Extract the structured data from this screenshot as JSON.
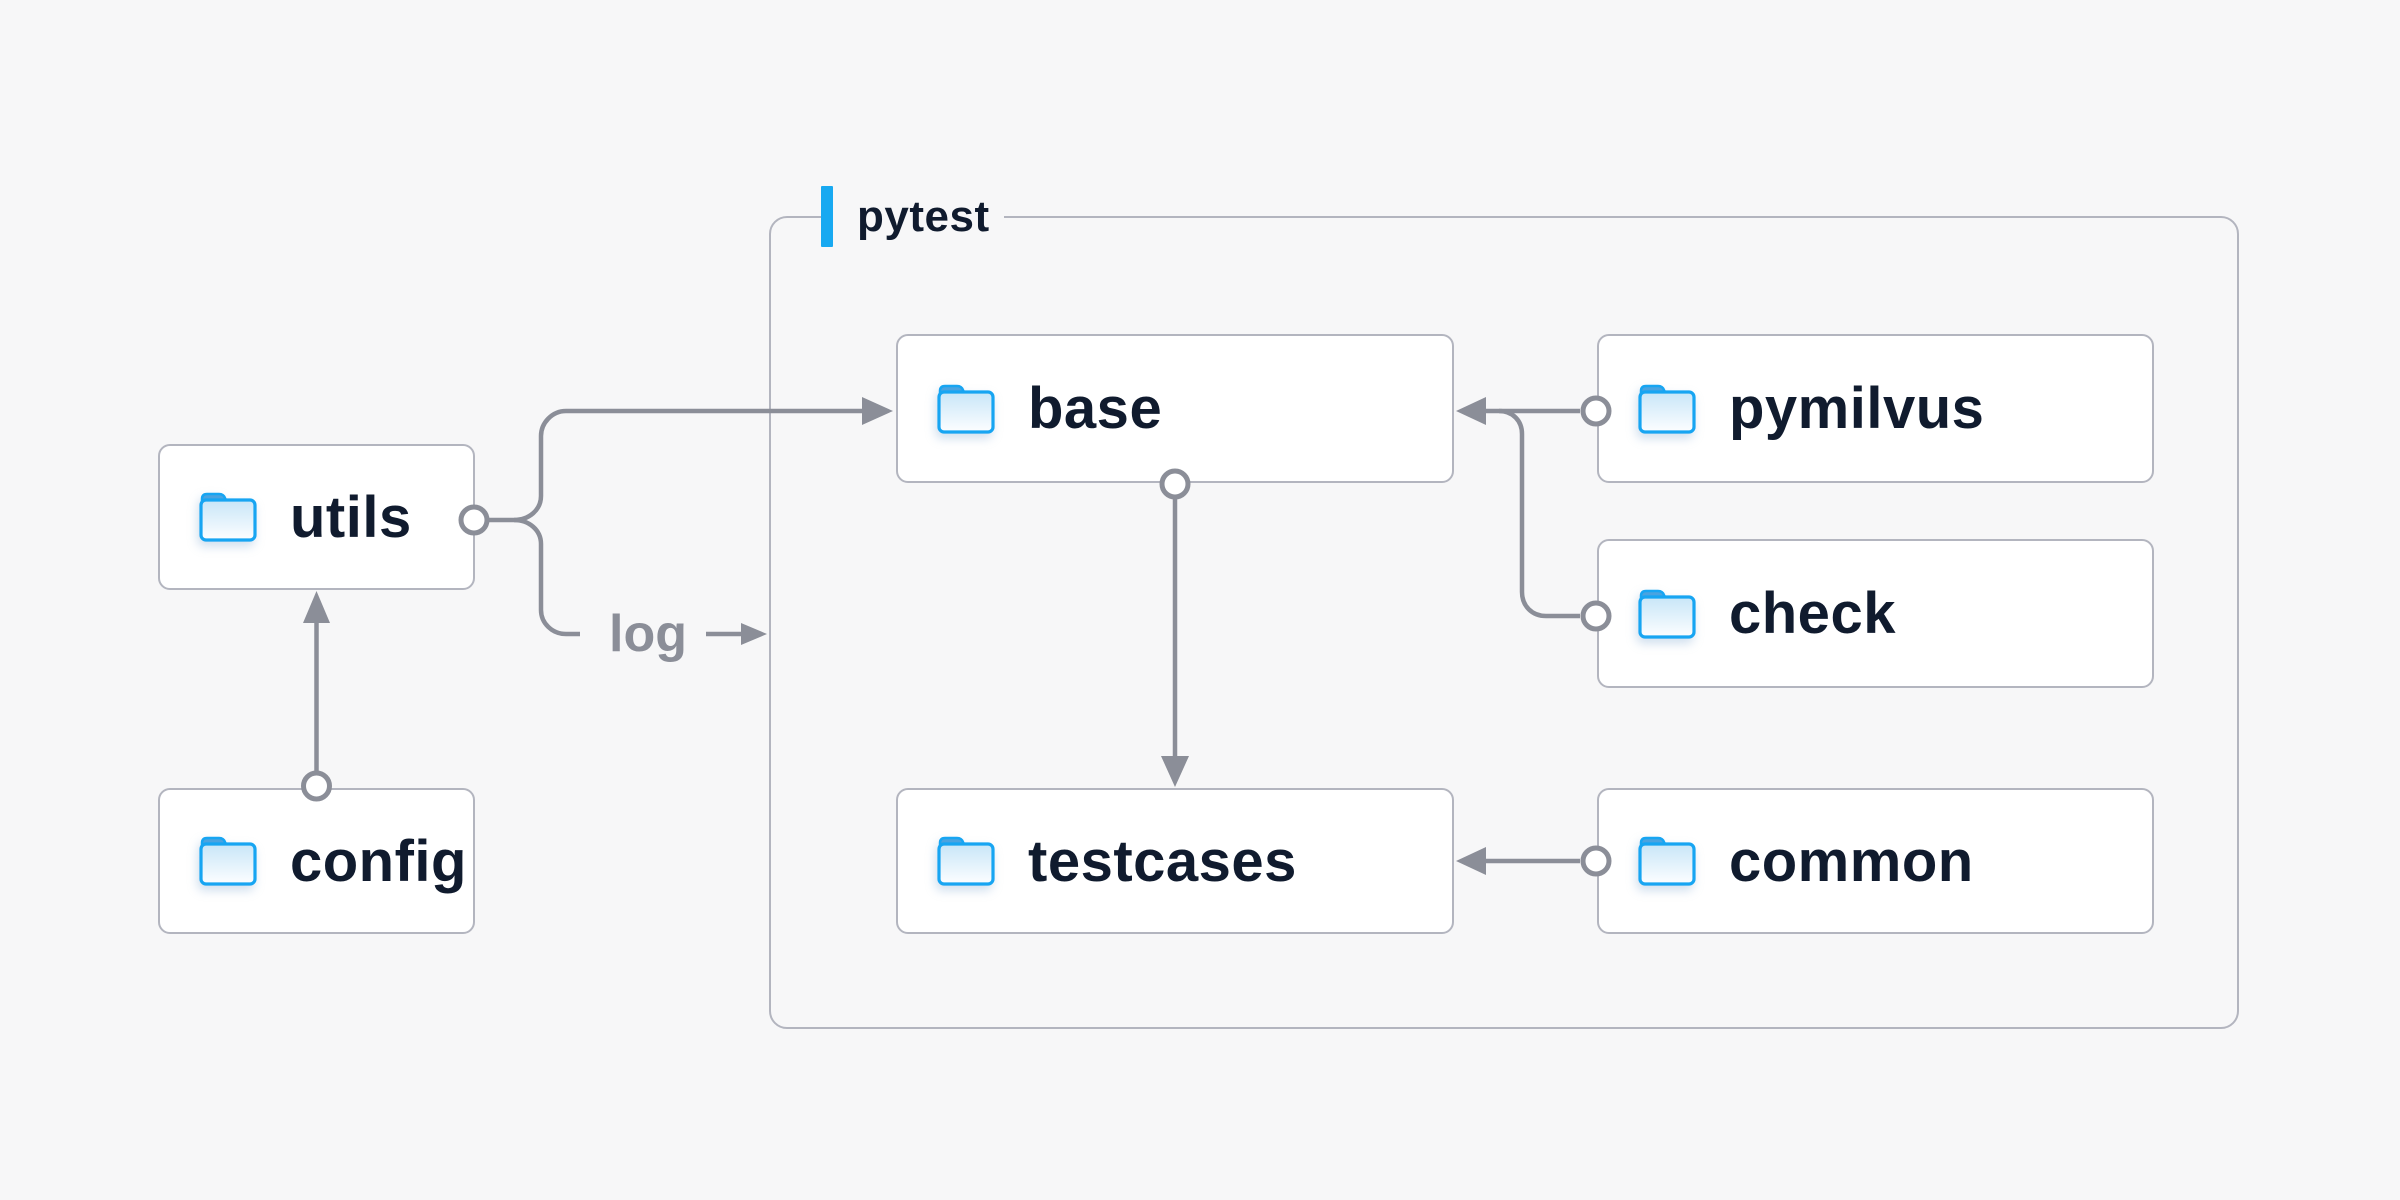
{
  "diagram": {
    "title_group": {
      "label": "pytest"
    },
    "nodes": [
      {
        "id": "utils",
        "label": "utils"
      },
      {
        "id": "config",
        "label": "config"
      },
      {
        "id": "base",
        "label": "base"
      },
      {
        "id": "pymilvus",
        "label": "pymilvus"
      },
      {
        "id": "check",
        "label": "check"
      },
      {
        "id": "testcases",
        "label": "testcases"
      },
      {
        "id": "common",
        "label": "common"
      }
    ],
    "edges": [
      {
        "from": "config",
        "to": "utils"
      },
      {
        "from": "utils",
        "to": "base"
      },
      {
        "from": "utils",
        "to": "pytest-group",
        "label": "log"
      },
      {
        "from": "pymilvus",
        "to": "base"
      },
      {
        "from": "check",
        "to": "base"
      },
      {
        "from": "base",
        "to": "testcases"
      },
      {
        "from": "common",
        "to": "testcases"
      }
    ],
    "colors": {
      "background": "#f7f7f8",
      "node_fill": "#ffffff",
      "node_border": "#b3b5bf",
      "group_border": "#b3b5bf",
      "connector": "#8b8e98",
      "accent_bar": "#18a9f1",
      "label_text": "#101b2e",
      "edge_label_text": "#8b8e98",
      "folder_stroke": "#17a5f2",
      "folder_tab": "#4aa3e0"
    }
  }
}
